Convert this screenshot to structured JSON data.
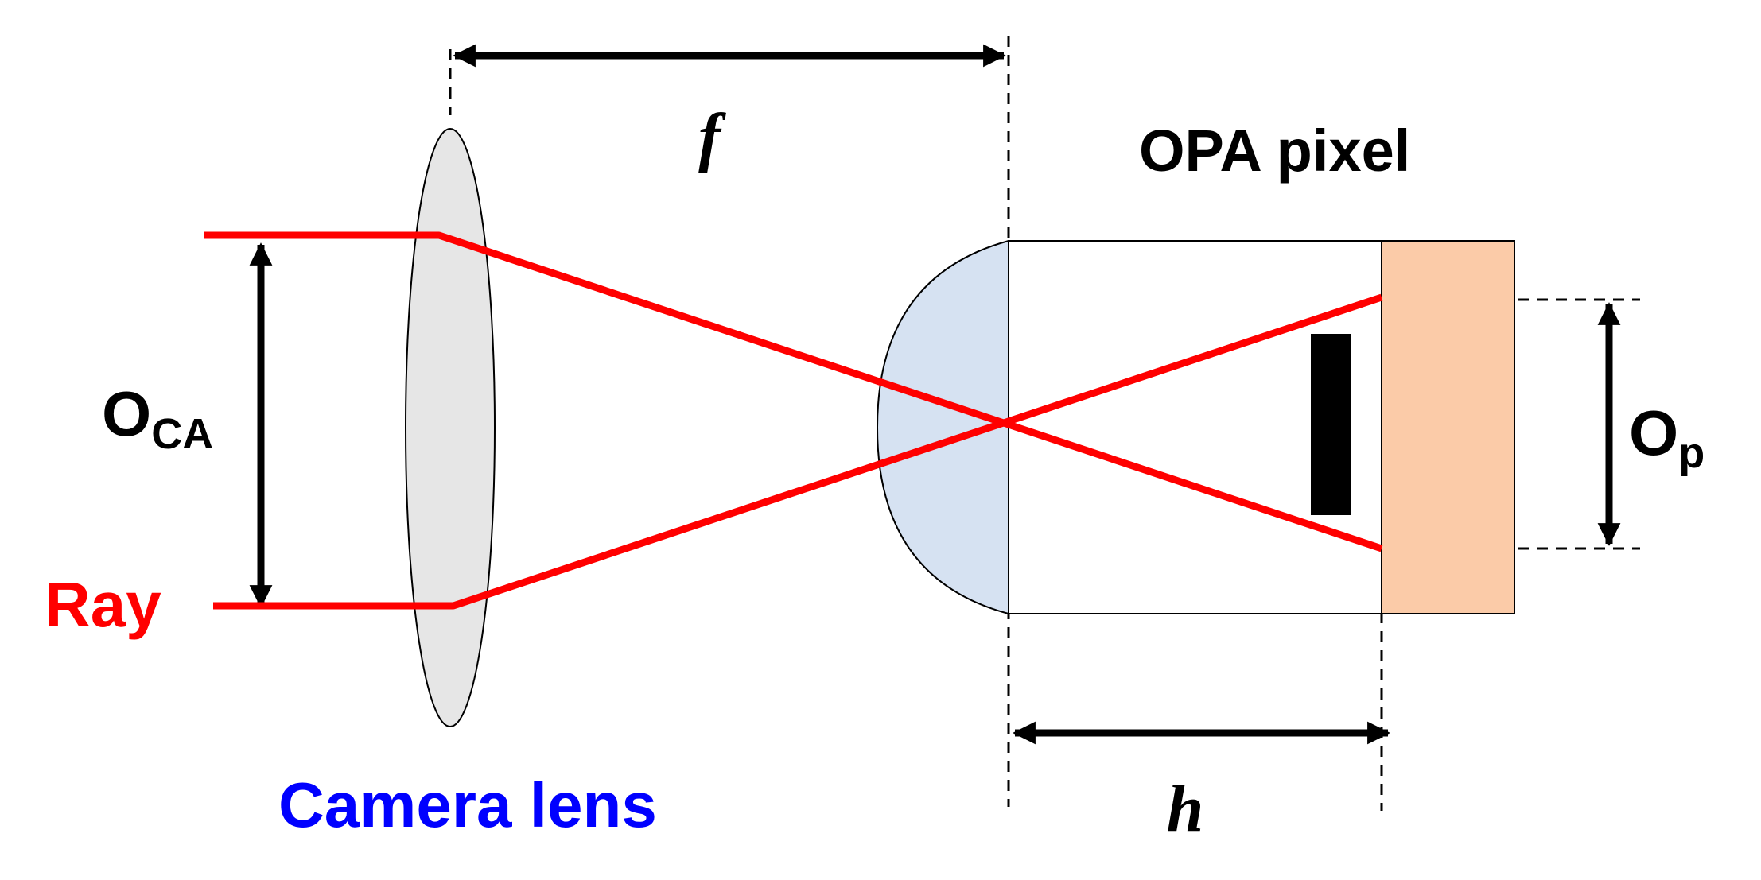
{
  "labels": {
    "focal_length": "f",
    "opa_pixel": "OPA pixel",
    "oca_main": "O",
    "oca_sub": "CA",
    "op_main": "O",
    "op_sub": "p",
    "ray": "Ray",
    "camera_lens": "Camera lens",
    "height": "h"
  },
  "colors": {
    "ray": "#ff0000",
    "camera_lens_label": "#0000ff",
    "camera_lens_fill": "#e6e6e6",
    "microlens_fill": "#d6e2f2",
    "photodiode_fill": "#fbcba8",
    "black": "#000000"
  }
}
